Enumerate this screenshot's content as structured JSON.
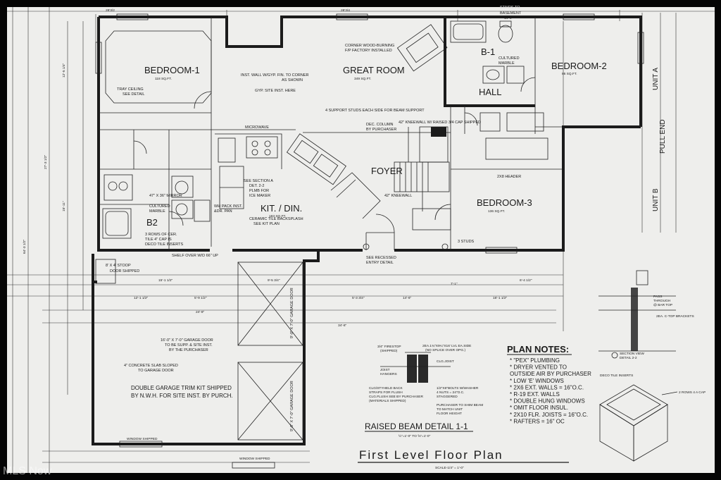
{
  "rooms": {
    "bedroom1": {
      "name": "BEDROOM-1",
      "area": "118 SQ.FT."
    },
    "great_room": {
      "name": "GREAT ROOM",
      "area": "349 SQ.FT."
    },
    "bedroom2": {
      "name": "BEDROOM-2",
      "area": "86 SQ.FT."
    },
    "bedroom3": {
      "name": "BEDROOM-3",
      "area": "136 SQ.FT."
    },
    "kitchen": {
      "name": "KIT. / DIN.",
      "area": "183 SQ.FT."
    },
    "foyer": {
      "name": "FOYER"
    },
    "hall": {
      "name": "HALL"
    },
    "bath1": {
      "name": "B-1"
    },
    "bath2": {
      "name": "B2"
    }
  },
  "side_labels": {
    "unit_a": "UNIT A",
    "pull_end": "PULL END",
    "unit_b": "UNIT B"
  },
  "notes": {
    "tray_ceiling": [
      "TRAY CEILING",
      "SEE DETAIL"
    ],
    "inst_wall": [
      "INST. WALL W/GYP. FIN. TO CORNER",
      "AS SHOWN"
    ],
    "gyp_site": "GYP. SITE INST. HERE",
    "corner_wood": [
      "CORNER WOOD-BURNING",
      "F/P FACTORY INSTALLED"
    ],
    "support_studs": "4 SUPPORT STUDS EACH SIDE FOR BEAM SUPPORT",
    "dec_column": [
      "DEC. COLUMN",
      "BY PURCHASER"
    ],
    "kneewall_cap": "42\" KNEEWALL W/ RAISED 3/4 CAP SHIPPED",
    "see_section": [
      "SEE SECTION A",
      "DET. 2-2"
    ],
    "plmb_ice": [
      "PLMB FOR",
      "ICE MAKER"
    ],
    "microwave": "MICROWAVE",
    "cultured_marble": [
      "CULTURED",
      "MARBLE"
    ],
    "mirror": [
      "47\" X 36\" MIRROR"
    ],
    "ceramic_tile": [
      "CERAMIC TILE BACKSPLASH",
      "SEE KIT PLAN"
    ],
    "wh_pan": [
      "WH PACK INST.",
      "&DR. PAN"
    ],
    "kneewall42": "42\" KNEEWALL",
    "three_rows": [
      "3 ROWS OF CER.",
      "TILE 4\" CAP IS",
      "DECO TILE INSERTS"
    ],
    "shelf_over": "SHELF OVER W/D 66\" UP",
    "stoop": [
      "8' X 4' STOOP",
      "DOOR SHIPPED"
    ],
    "garage_door1": [
      "16'-0\" X 7'-0\" GARAGE DOOR",
      "TO BE SUPP. & SITE INST.",
      "BY THE PURCHASER"
    ],
    "concrete_slab": [
      "4\" CONCRETE SLAB SLOPED",
      "TO GARAGE DOOR"
    ],
    "garage_trim": [
      "DOUBLE GARAGE TRIM KIT SHIPPED",
      "BY N.W.H. FOR SITE INST. BY PURCH."
    ],
    "garage_door_v1": "9'-0\" X 7'-0\" GARAGE DOOR",
    "garage_door_v2": "9'-0\" X 7'-0\" GARAGE DOOR",
    "see_recessed": [
      "SEE RECESSED",
      "ENTRY DETAIL"
    ],
    "window_shipped1": "WINDOW SHIPPED",
    "window_shipped2": "WINDOW SHIPPED",
    "deco_tile_inserts": "DECO TILE INSERTS",
    "two_rows_cap": "2 ROWS 4 A CAP",
    "section_view": [
      "SECTION VIEW",
      "DETAIL 2-2"
    ],
    "pass_through": [
      "PASS",
      "THROUGH",
      "@ BAR TOP"
    ],
    "ctop_brackets": "2EA. C-TOP BRACKETS",
    "to_basement": [
      "STAIRS TO",
      "BASEMENT"
    ],
    "dryer_vent": "DRYER VENTED TO OUTSIDE",
    "header": "2X8 HEADER",
    "std_dim": "3 STUDS"
  },
  "plan_notes": {
    "title": "PLAN NOTES:",
    "items": [
      "* \"PEX\" PLUMBING",
      "* DRYER VENTED TO",
      "  OUTSIDE AIR BY PURCHASER",
      "* LOW 'E' WINDOWS",
      "* 2X6 EXT. WALLS = 16\"O.C.",
      "* R-19 EXT. WALLS",
      "* DOUBLE HUNG WINDOWS",
      "* OMIT FLOOR INSUL.",
      "* 2X10 FLR. JOISTS = 16\"O.C.",
      "* RAFTERS = 16\" OC"
    ]
  },
  "beam_detail": {
    "title": "RAISED BEAM DETAIL 1-1",
    "scale": "½\"=1'-0\" TO ⅝\"=1'-0\"",
    "labels": [
      "3/4\" FIRESTOP",
      "(SHIPPED)",
      "2EA.1¾\"X9¼\"X16' LVL EA.SIDE",
      "(NO SPLICE OVER OPG.)",
      "JOIST",
      "HANGERS",
      "CLG.JOIST",
      "CLG/STYHELD BACK",
      "STRAPS FOR FLUSH",
      "CLG.FLUSH SEE BY PURCHASER",
      "(MATERIALS SHIPPED)",
      "1/2\"X6\"BOLTS W/WASHER",
      "4 NUTS = 24\"O.C.",
      "STAGGERED",
      "PURCHASER TO SHIM BEAM",
      "TO MATCH UNIT",
      "FLOOR HEIGHT"
    ]
  },
  "title": {
    "main": "First Level Floor Plan",
    "scale": "SCALE-1/4\" = 1'-0\""
  },
  "dims": {
    "top_left": "28'3/2",
    "top_mid": "28'3/4",
    "top_right": "14'-0\"",
    "d1": "15'-1 1/2\"",
    "d2": "9'-5 3/4\"",
    "d3": "6'-4 1/2\"",
    "d4": "12'-1 1/2\"",
    "d5": "5'-9 1/2\"",
    "d6": "24'-8\"",
    "d7": "34'-8\"",
    "d8": "14'-6\"",
    "d9": "7'-1\"",
    "d10": "16'-1 1/2\"",
    "d11": "5'-3 3/4\"",
    "d12": "27'-3 1/2\"",
    "d13": "64'-3 1/2\"",
    "d14": "12'-5 1/4\"",
    "d15": "15'-11\""
  },
  "watermark": "MLS Now"
}
